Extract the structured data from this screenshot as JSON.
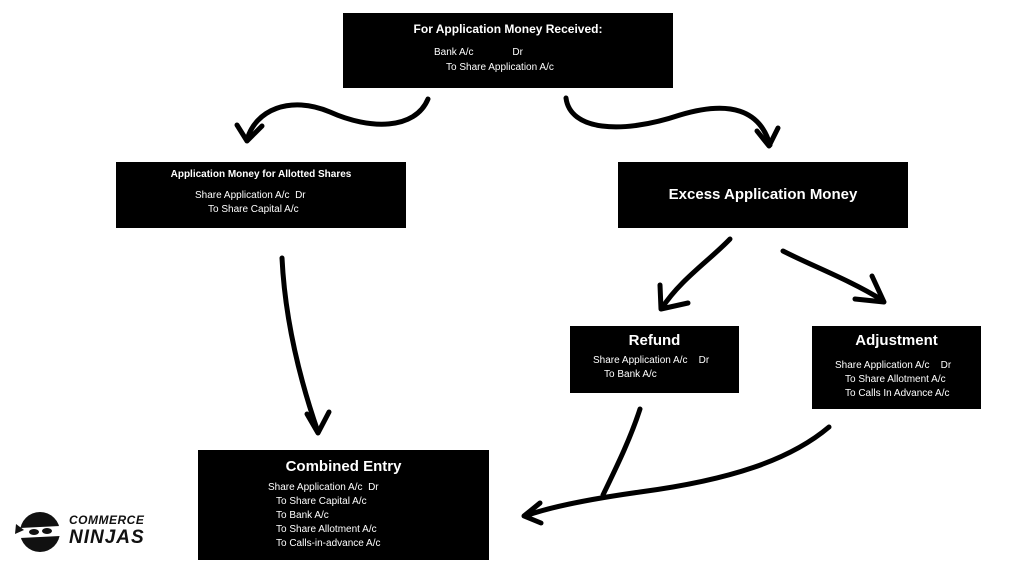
{
  "top": {
    "title": "For Application Money Received:",
    "line1": "Bank A/c              Dr",
    "line2": "To Share Application A/c"
  },
  "allotted": {
    "title": "Application Money for Allotted Shares",
    "line1": "Share Application A/c  Dr",
    "line2": "To Share Capital A/c"
  },
  "excess": {
    "title": "Excess Application Money"
  },
  "refund": {
    "title": "Refund",
    "line1": "Share Application A/c    Dr",
    "line2": "To Bank A/c"
  },
  "adjustment": {
    "title": "Adjustment",
    "line1": "Share Application A/c    Dr",
    "line2": "To Share Allotment A/c",
    "line3": "To Calls In Advance A/c"
  },
  "combined": {
    "title": "Combined Entry",
    "line1": "Share Application A/c  Dr",
    "line2": "To Share Capital A/c",
    "line3": "To Bank A/c",
    "line4": "To Share Allotment A/c",
    "line5": "To Calls-in-advance A/c"
  },
  "logo": {
    "word1": "COMMERCE",
    "word2": "NINJAS"
  }
}
